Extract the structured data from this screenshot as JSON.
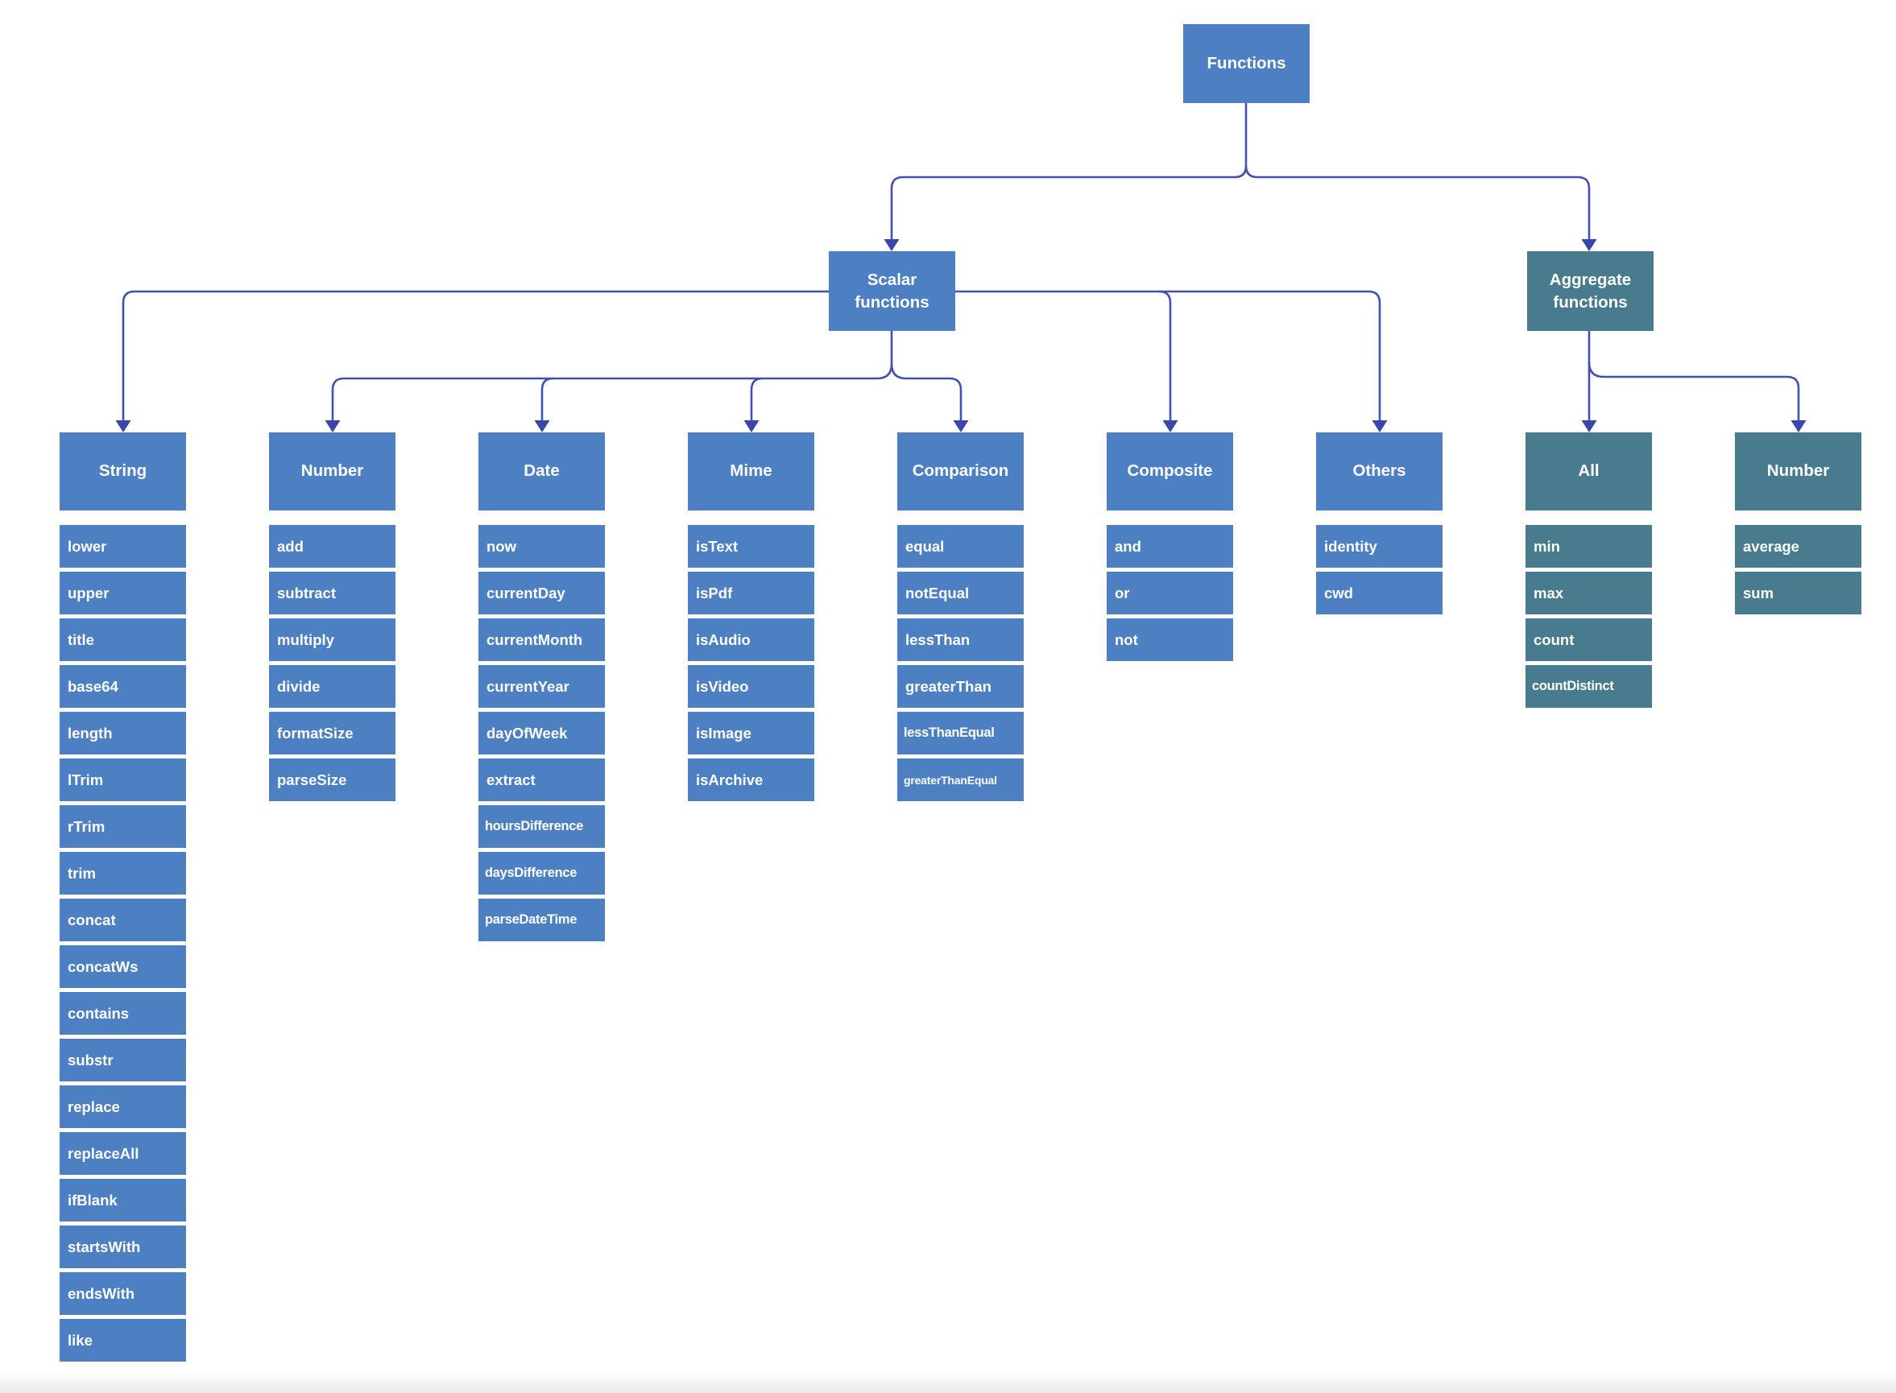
{
  "diagram": {
    "root": {
      "label": "Functions"
    },
    "branches": [
      {
        "label": "Scalar functions",
        "style": "blue"
      },
      {
        "label": "Aggregate functions",
        "style": "teal"
      }
    ],
    "columns": [
      {
        "label": "String",
        "style": "blue",
        "parent": "Scalar functions",
        "items": [
          "lower",
          "upper",
          "title",
          "base64",
          "length",
          "lTrim",
          "rTrim",
          "trim",
          "concat",
          "concatWs",
          "contains",
          "substr",
          "replace",
          "replaceAll",
          "ifBlank",
          "startsWith",
          "endsWith",
          "like"
        ]
      },
      {
        "label": "Number",
        "style": "blue",
        "parent": "Scalar functions",
        "items": [
          "add",
          "subtract",
          "multiply",
          "divide",
          "formatSize",
          "parseSize"
        ]
      },
      {
        "label": "Date",
        "style": "blue",
        "parent": "Scalar functions",
        "items": [
          "now",
          "currentDay",
          "currentMonth",
          "currentYear",
          "dayOfWeek",
          "extract",
          "hoursDifference",
          "daysDifference",
          "parseDateTime"
        ]
      },
      {
        "label": "Mime",
        "style": "blue",
        "parent": "Scalar functions",
        "items": [
          "isText",
          "isPdf",
          "isAudio",
          "isVideo",
          "isImage",
          "isArchive"
        ]
      },
      {
        "label": "Comparison",
        "style": "blue",
        "parent": "Scalar functions",
        "items": [
          "equal",
          "notEqual",
          "lessThan",
          "greaterThan",
          "lessThanEqual",
          "greaterThanEqual"
        ]
      },
      {
        "label": "Composite",
        "style": "blue",
        "parent": "Scalar functions",
        "items": [
          "and",
          "or",
          "not"
        ]
      },
      {
        "label": "Others",
        "style": "blue",
        "parent": "Scalar functions",
        "items": [
          "identity",
          "cwd"
        ]
      },
      {
        "label": "All",
        "style": "teal",
        "parent": "Aggregate functions",
        "items": [
          "min",
          "max",
          "count",
          "countDistinct"
        ]
      },
      {
        "label": "Number",
        "style": "teal",
        "parent": "Aggregate functions",
        "items": [
          "average",
          "sum"
        ]
      }
    ],
    "colors": {
      "blue": "#4d80c3",
      "teal": "#487b8e",
      "connector": "#4150b2",
      "arrow": "#3a46a8",
      "background": "#ffffff"
    }
  }
}
